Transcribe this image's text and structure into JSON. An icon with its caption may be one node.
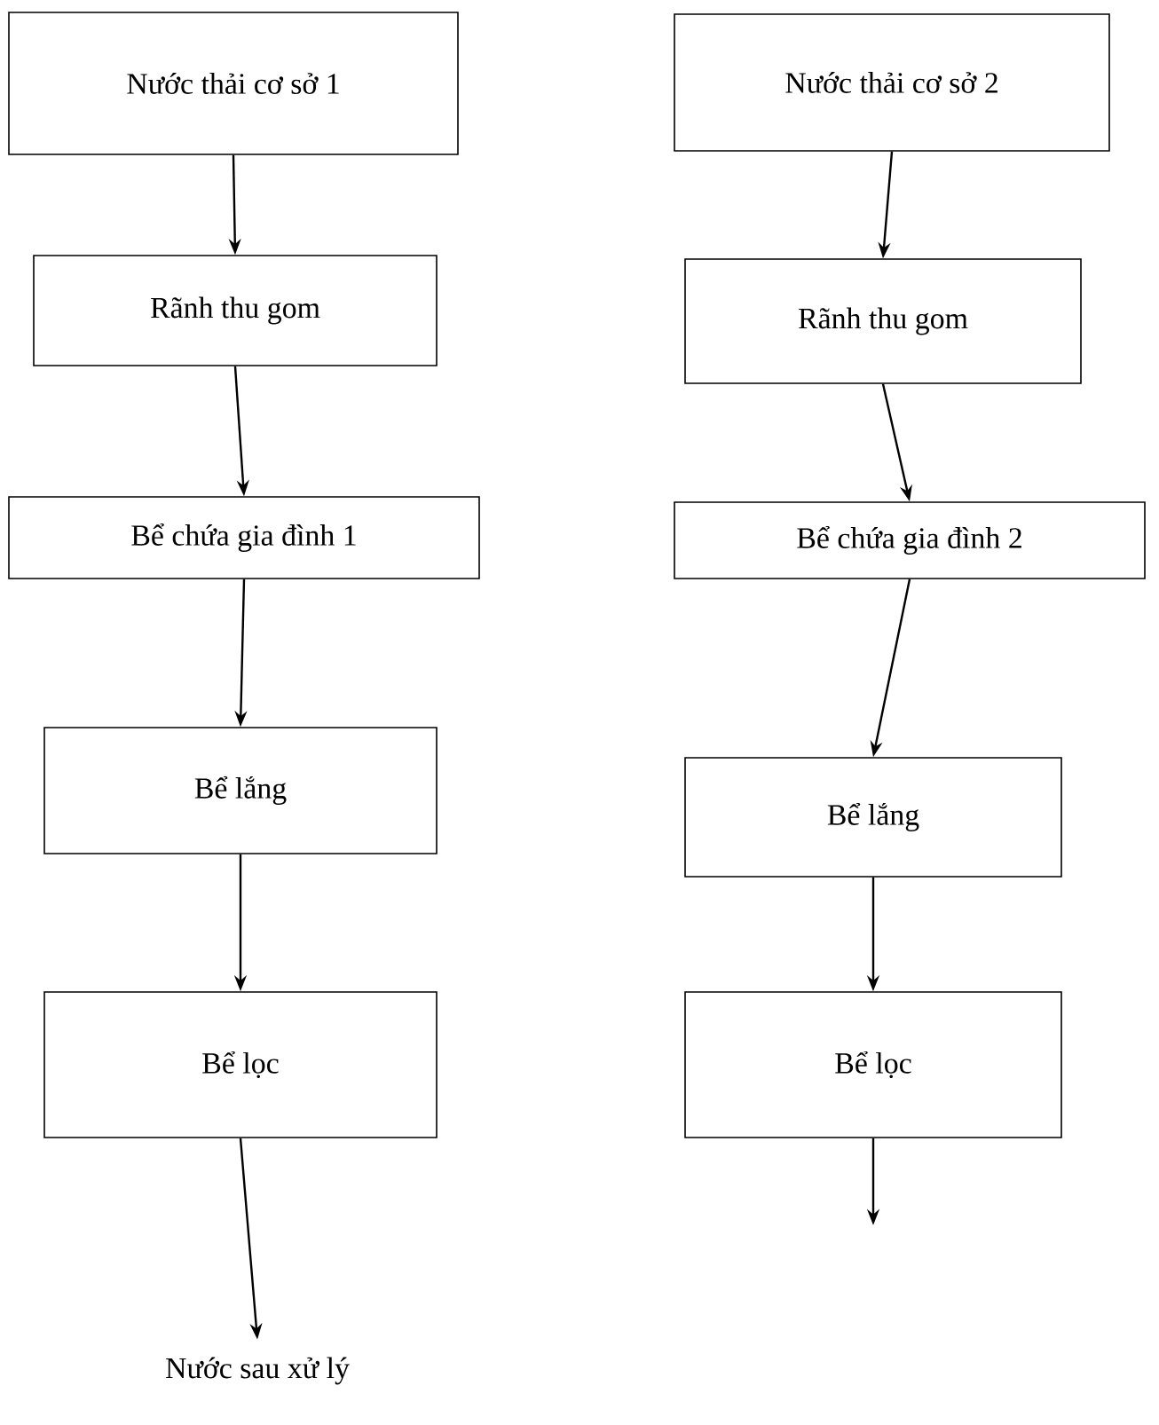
{
  "diagram": {
    "nodes": [
      {
        "text": [
          "Nước thải cơ sở 1"
        ]
      },
      {
        "text": [
          "Nước thải cơ sở 2"
        ]
      },
      {
        "text": [
          "Rãnh thu gom"
        ]
      },
      {
        "text": [
          "Rãnh thu gom"
        ]
      },
      {
        "text": [
          "Bể chứa gia đình 1"
        ]
      },
      {
        "text": [
          "Bể chứa gia đình 2"
        ]
      },
      {
        "text": [
          "Bể lắng"
        ]
      },
      {
        "text": [
          "Bể lắng"
        ]
      },
      {
        "text": [
          "Bể lọc"
        ]
      },
      {
        "text": [
          "Bể lọc"
        ]
      },
      {
        "text": [
          "Nước sau xử lý"
        ]
      }
    ],
    "edges": [
      {
        "from": 0,
        "to": 2,
        "arrow": "to"
      },
      {
        "from": 2,
        "to": 4,
        "arrow": "to"
      },
      {
        "from": 4,
        "to": 6,
        "arrow": "to"
      },
      {
        "from": 6,
        "to": 8,
        "arrow": "to"
      },
      {
        "from": 8,
        "to": 10,
        "arrow": "to"
      },
      {
        "from": 1,
        "to": 3,
        "arrow": "to"
      },
      {
        "from": 3,
        "to": 5,
        "arrow": "to"
      },
      {
        "from": 5,
        "to": 7,
        "arrow": "to"
      },
      {
        "from": 7,
        "to": 9,
        "arrow": "to"
      },
      {
        "from": 9,
        "to": null,
        "arrow": "to"
      }
    ]
  }
}
